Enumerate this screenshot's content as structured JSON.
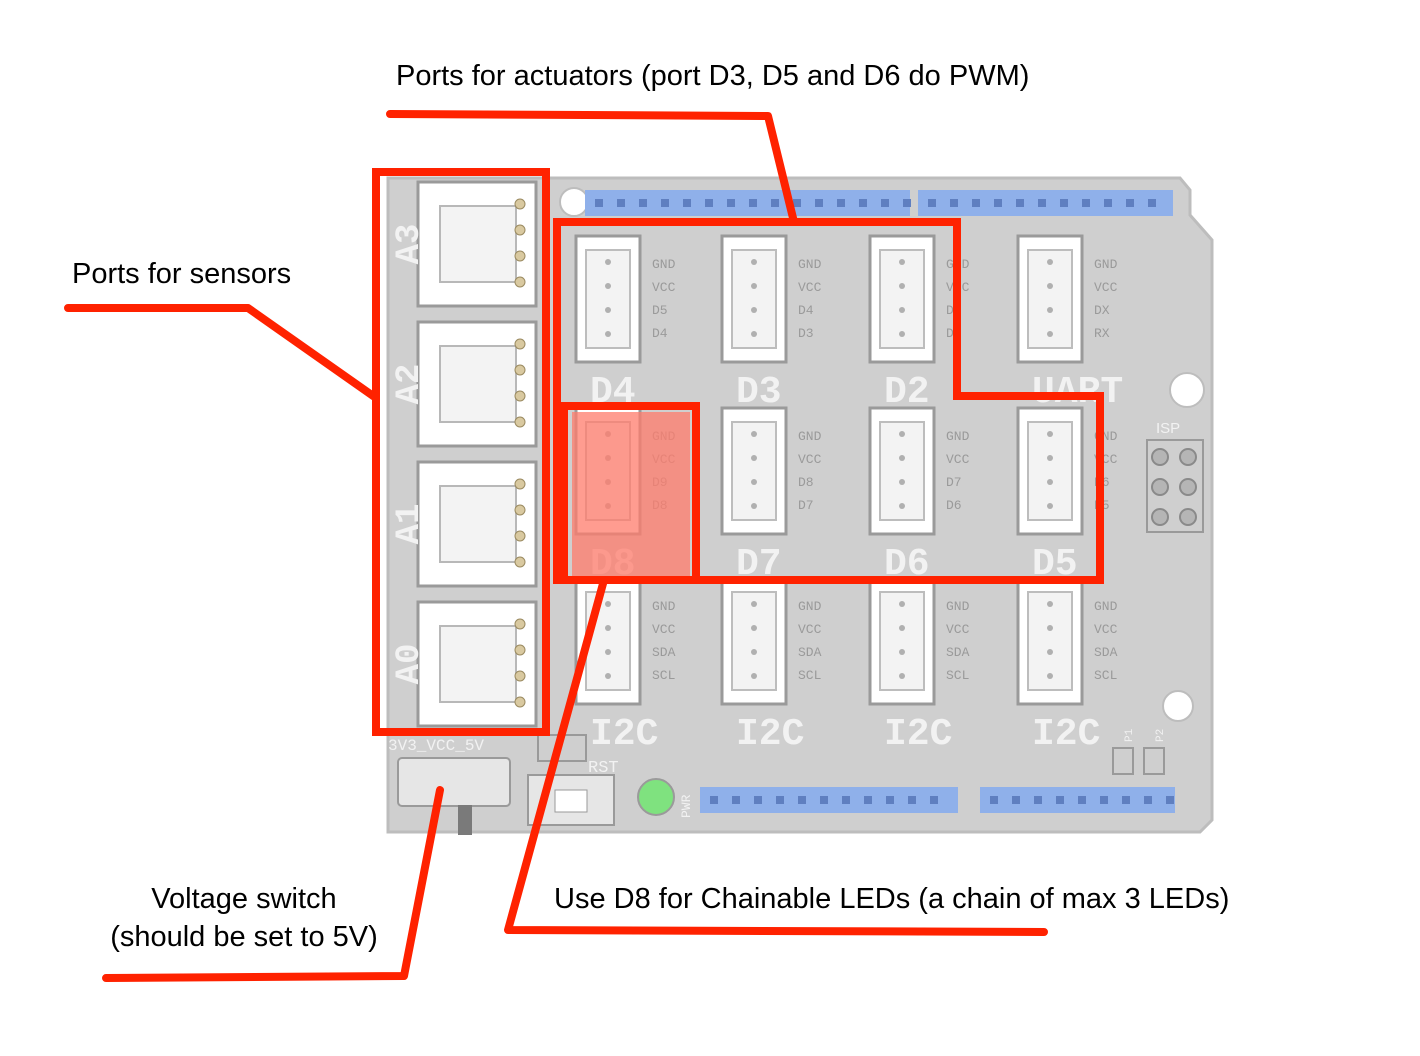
{
  "callouts": {
    "actuators": "Ports for actuators (port D3, D5 and D6 do PWM)",
    "sensors": "Ports for sensors",
    "voltage_line1": "Voltage switch",
    "voltage_line2": "(should be set to 5V)",
    "chainable": "Use D8 for Chainable LEDs (a chain of max 3 LEDs)"
  },
  "board": {
    "analog_ports": [
      {
        "label": "A3"
      },
      {
        "label": "A2"
      },
      {
        "label": "A1"
      },
      {
        "label": "A0"
      }
    ],
    "grid_ports": [
      {
        "label": "D4",
        "pins": [
          "GND",
          "VCC",
          "D5",
          "D4"
        ]
      },
      {
        "label": "D3",
        "pins": [
          "GND",
          "VCC",
          "D4",
          "D3"
        ]
      },
      {
        "label": "D2",
        "pins": [
          "GND",
          "VCC",
          "D3",
          "D2"
        ]
      },
      {
        "label": "UART",
        "pins": [
          "GND",
          "VCC",
          "DX",
          "RX"
        ]
      },
      {
        "label": "D8",
        "pins": [
          "GND",
          "VCC",
          "D9",
          "D8"
        ]
      },
      {
        "label": "D7",
        "pins": [
          "GND",
          "VCC",
          "D8",
          "D7"
        ]
      },
      {
        "label": "D6",
        "pins": [
          "GND",
          "VCC",
          "D7",
          "D6"
        ]
      },
      {
        "label": "D5",
        "pins": [
          "GND",
          "VCC",
          "D6",
          "D5"
        ]
      },
      {
        "label": "I2C",
        "pins": [
          "GND",
          "VCC",
          "SDA",
          "SCL"
        ]
      },
      {
        "label": "I2C",
        "pins": [
          "GND",
          "VCC",
          "SDA",
          "SCL"
        ]
      },
      {
        "label": "I2C",
        "pins": [
          "GND",
          "VCC",
          "SDA",
          "SCL"
        ]
      },
      {
        "label": "I2C",
        "pins": [
          "GND",
          "VCC",
          "SDA",
          "SCL"
        ]
      }
    ],
    "isp_label": "ISP",
    "rst_label": "RST",
    "pwr_label": "PWR",
    "switch_label": "3V3_VCC_5V",
    "p1_label": "P1",
    "p2_label": "P2"
  },
  "colors": {
    "highlight": "#ff2200",
    "d8_fill": "#ff7b6b",
    "board": "#cfcfcf",
    "board_edge": "#bdbdbd",
    "header": "#8fb0ea",
    "led": "#7fe27f",
    "text_dim": "#9a9a9a",
    "label_dim": "#f2f2f2"
  }
}
